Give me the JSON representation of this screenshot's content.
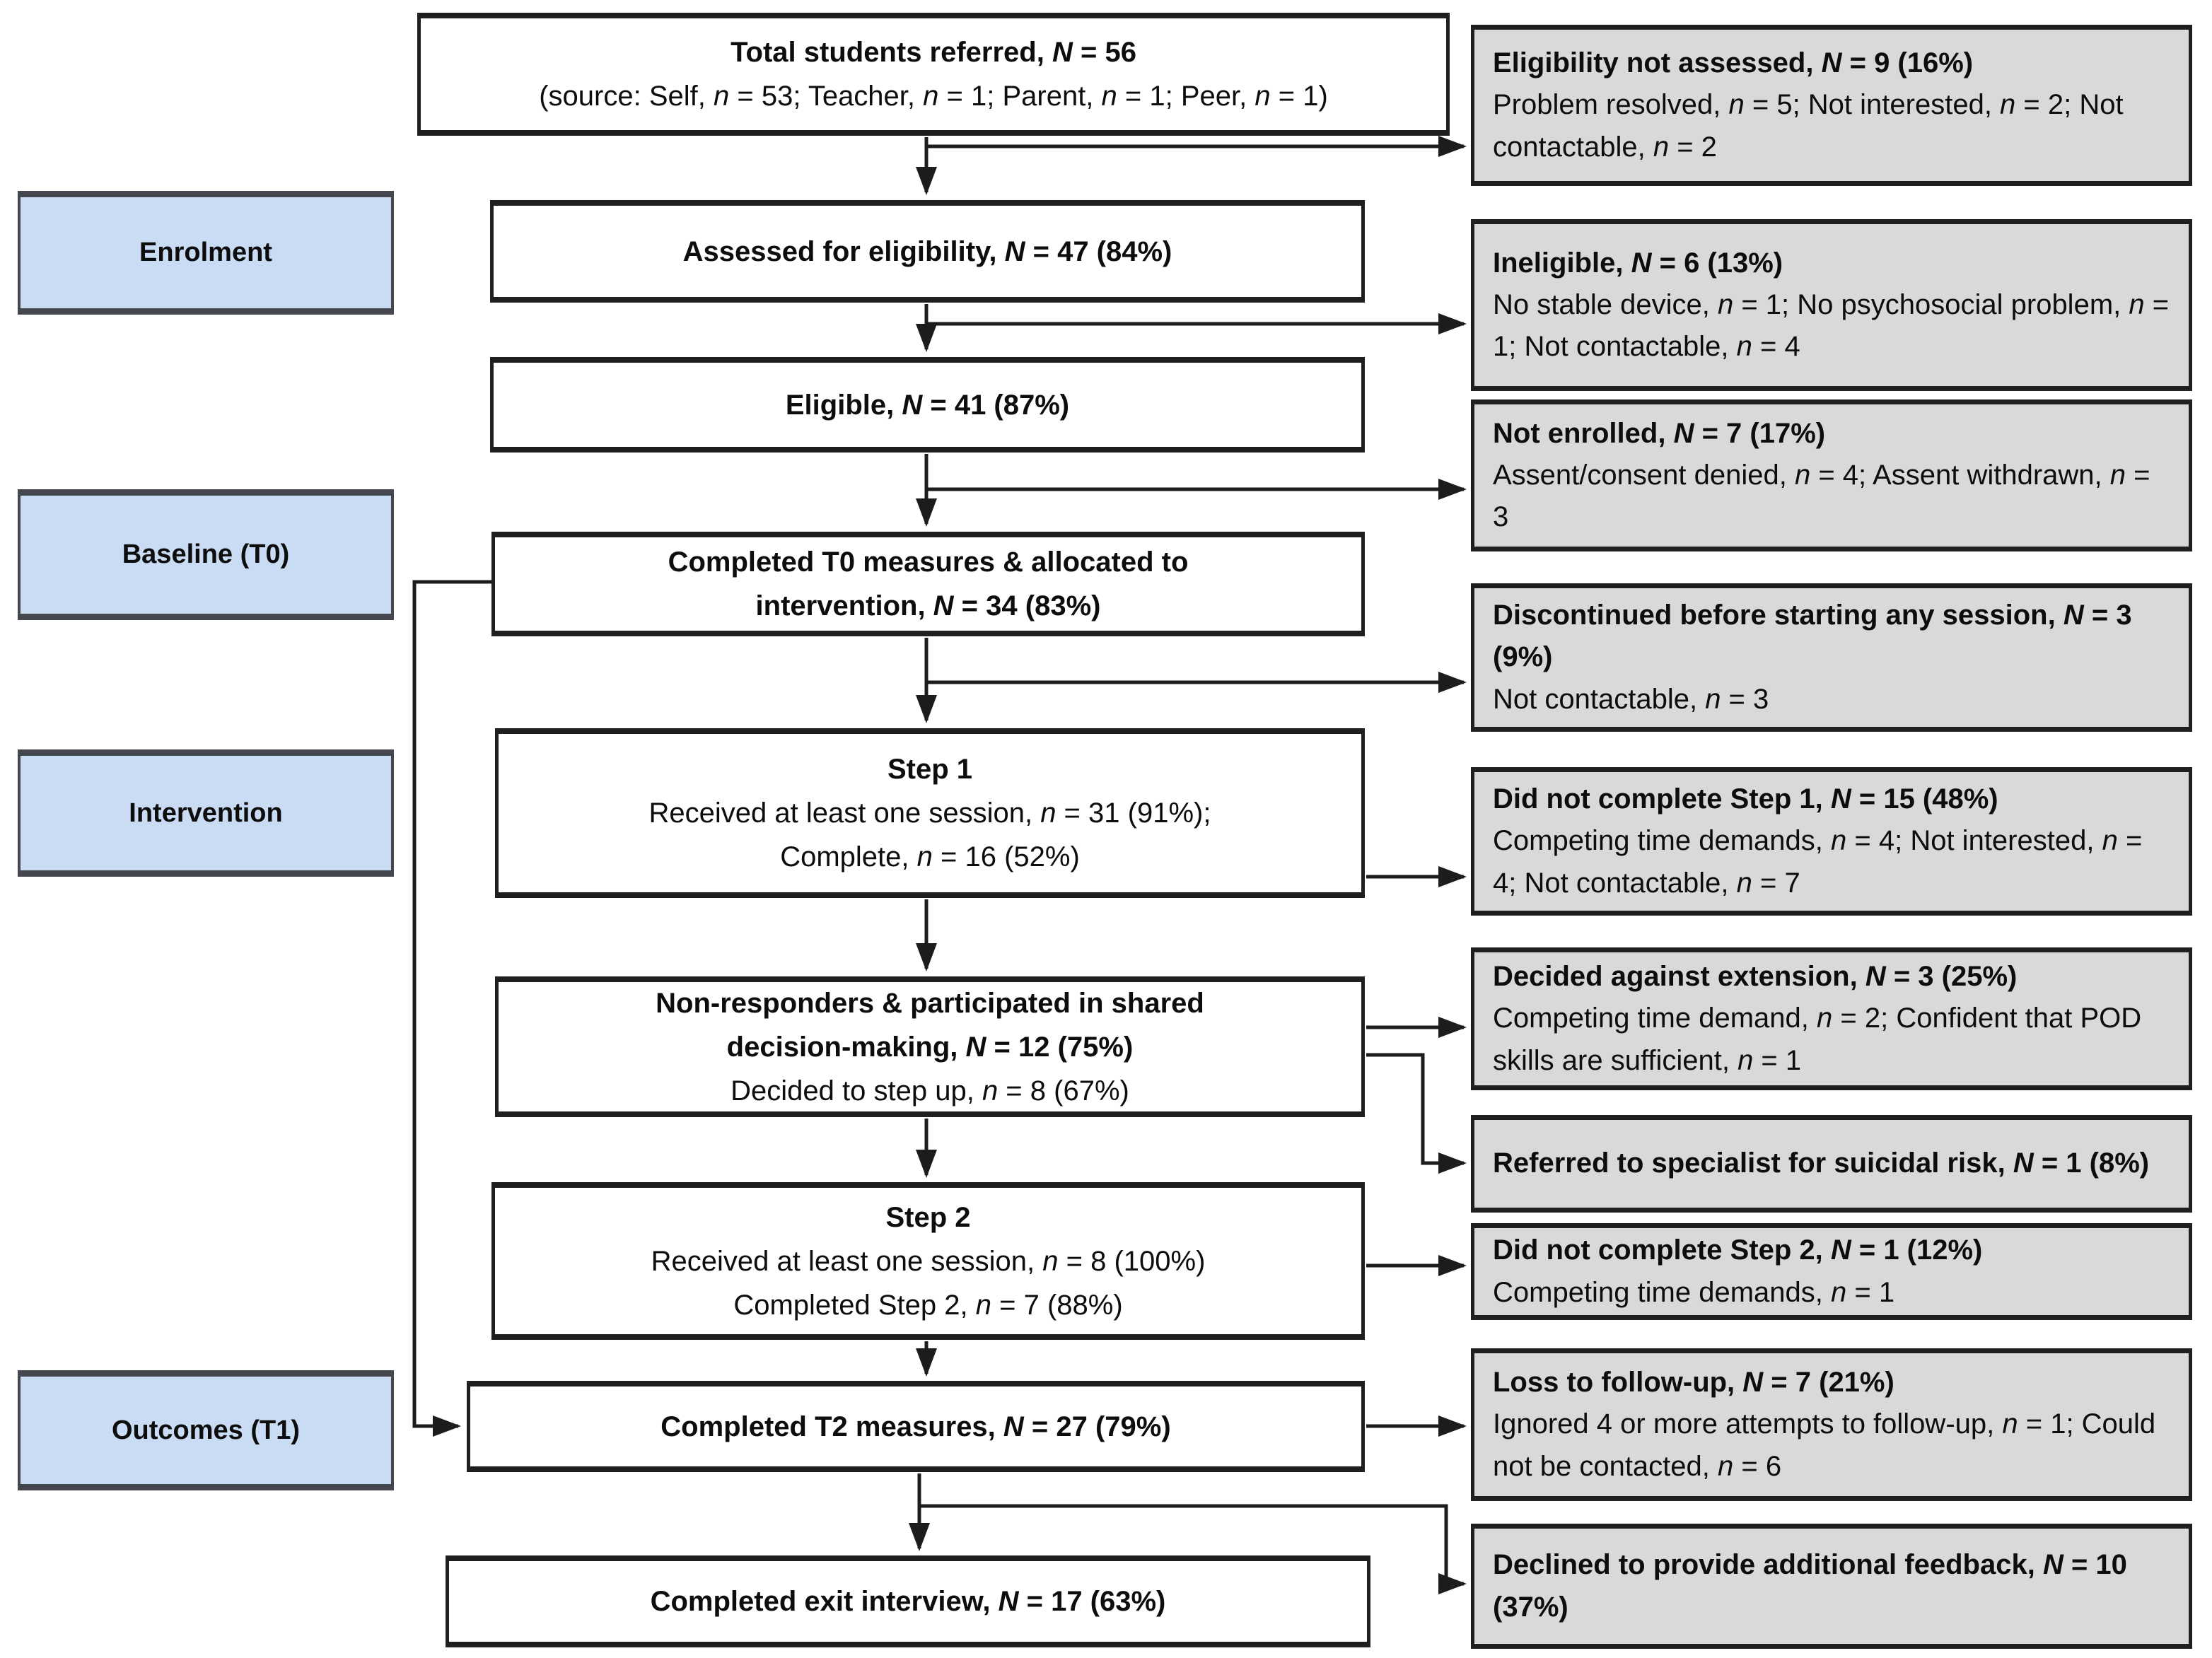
{
  "diagram": {
    "title": "Participant flow diagram",
    "colors": {
      "stage_fill": "#c9dcf3",
      "stage_border": "#45474e",
      "flow_fill": "#ffffff",
      "exclusion_fill": "#d9d9d9",
      "box_border": "#1f1f1f",
      "arrow": "#1c1c1c",
      "text": "#0d0d0d"
    },
    "stages": [
      {
        "id": "enrolment",
        "label": "Enrolment"
      },
      {
        "id": "baseline-t0",
        "label": "Baseline (T0)"
      },
      {
        "id": "intervention",
        "label": "Intervention"
      },
      {
        "id": "outcomes-t1",
        "label": "Outcomes (T1)"
      }
    ],
    "flow_boxes": [
      {
        "id": "total-referred",
        "lines": [
          {
            "text": "Total students referred, N = 56",
            "bold": true
          },
          {
            "text": "(source: Self,  n = 53; Teacher, n = 1; Parent, n = 1; Peer, n = 1)",
            "bold": false
          }
        ]
      },
      {
        "id": "assessed",
        "lines": [
          {
            "text": "Assessed for eligibility, N = 47 (84%)",
            "bold": true
          }
        ]
      },
      {
        "id": "eligible",
        "lines": [
          {
            "text": "Eligible, N = 41 (87%)",
            "bold": true
          }
        ]
      },
      {
        "id": "t0-allocated",
        "lines": [
          {
            "text": "Completed T0 measures & allocated to",
            "bold": true
          },
          {
            "text": "intervention, N = 34 (83%)",
            "bold": true
          }
        ]
      },
      {
        "id": "step1",
        "lines": [
          {
            "text": "Step 1",
            "bold": true
          },
          {
            "text": "Received at least one session, n = 31 (91%);",
            "bold": false
          },
          {
            "text": "Complete, n = 16 (52%)",
            "bold": false
          }
        ]
      },
      {
        "id": "non-responders",
        "lines": [
          {
            "text": "Non-responders & participated in shared",
            "bold": true
          },
          {
            "text": "decision-making,  N = 12 (75%)",
            "bold": true
          },
          {
            "text": "Decided to step up, n = 8 (67%)",
            "bold": false
          }
        ]
      },
      {
        "id": "step2",
        "lines": [
          {
            "text": "Step 2",
            "bold": true
          },
          {
            "text": "Received at least one session, n = 8 (100%)",
            "bold": false
          },
          {
            "text": "Completed Step 2, n = 7 (88%)",
            "bold": false
          }
        ]
      },
      {
        "id": "t2-measures",
        "lines": [
          {
            "text": "Completed T2 measures, N = 27 (79%)",
            "bold": true
          }
        ]
      },
      {
        "id": "exit-interview",
        "lines": [
          {
            "text": "Completed exit interview, N = 17 (63%)",
            "bold": true
          }
        ]
      }
    ],
    "exclusion_boxes": [
      {
        "id": "eligibility-not-assessed",
        "lines": [
          {
            "text": "Eligibility not assessed, N = 9 (16%)",
            "bold": true
          },
          {
            "text": "Problem resolved, n = 5; Not interested, n = 2; Not contactable, n = 2",
            "bold": false
          }
        ]
      },
      {
        "id": "ineligible",
        "lines": [
          {
            "text": "Ineligible, N = 6 (13%)",
            "bold": true
          },
          {
            "text": "No stable device, n = 1; No psychosocial problem, n = 1; Not contactable, n = 4",
            "bold": false
          }
        ]
      },
      {
        "id": "not-enrolled",
        "lines": [
          {
            "text": "Not enrolled, N = 7 (17%)",
            "bold": true
          },
          {
            "text": "Assent/consent denied, n = 4; Assent withdrawn, n  = 3",
            "bold": false
          }
        ]
      },
      {
        "id": "discontinued",
        "lines": [
          {
            "text": "Discontinued before starting any session, N = 3 (9%)",
            "bold": true
          },
          {
            "text": "Not contactable, n = 3",
            "bold": false
          }
        ]
      },
      {
        "id": "did-not-complete-step1",
        "lines": [
          {
            "text": "Did not complete Step 1, N = 15 (48%)",
            "bold": true
          },
          {
            "text": "Competing time demands, n = 4; Not interested, n = 4; Not contactable, n = 7",
            "bold": false
          }
        ]
      },
      {
        "id": "decided-against-extension",
        "lines": [
          {
            "text": "Decided against extension,  N = 3 (25%)",
            "bold": true
          },
          {
            "text": "Competing time demand, n = 2; Confident that POD skills are sufficient, n = 1",
            "bold": false
          }
        ]
      },
      {
        "id": "referred-specialist",
        "lines": [
          {
            "text": "Referred to specialist for suicidal risk, N = 1 (8%)",
            "bold": true
          }
        ]
      },
      {
        "id": "did-not-complete-step2",
        "lines": [
          {
            "text": "Did not complete Step 2, N = 1 (12%)",
            "bold": true
          },
          {
            "text": "Competing time demands, n = 1",
            "bold": false
          }
        ]
      },
      {
        "id": "loss-follow-up",
        "lines": [
          {
            "text": "Loss to follow-up, N = 7 (21%)",
            "bold": true
          },
          {
            "text": "Ignored 4 or more attempts to follow-up, n = 1; Could not be contacted, n = 6",
            "bold": false
          }
        ]
      },
      {
        "id": "declined-feedback",
        "lines": [
          {
            "text": "Declined to provide additional feedback, N = 10 (37%)",
            "bold": true
          }
        ]
      }
    ]
  }
}
